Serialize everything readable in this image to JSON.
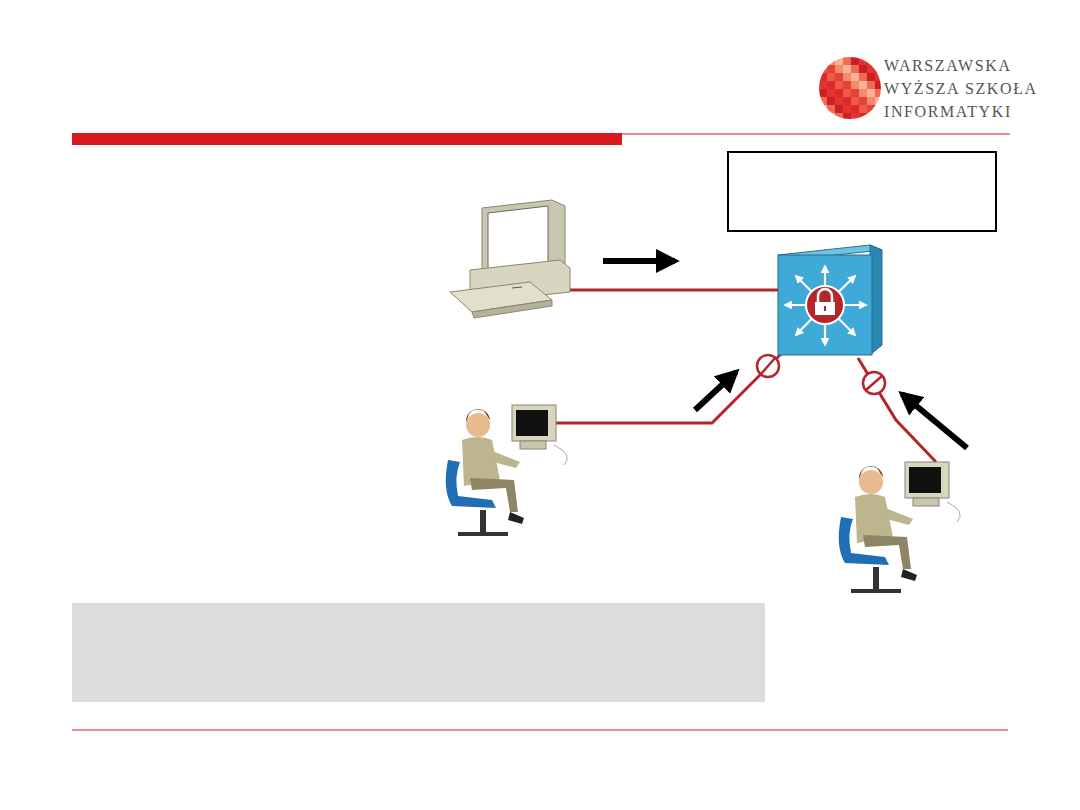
{
  "diagram": {
    "labels": [
      "WARSZAWSKA",
      "WYŻSZA SZKOŁA",
      "INFORMATYKI"
    ]
  }
}
